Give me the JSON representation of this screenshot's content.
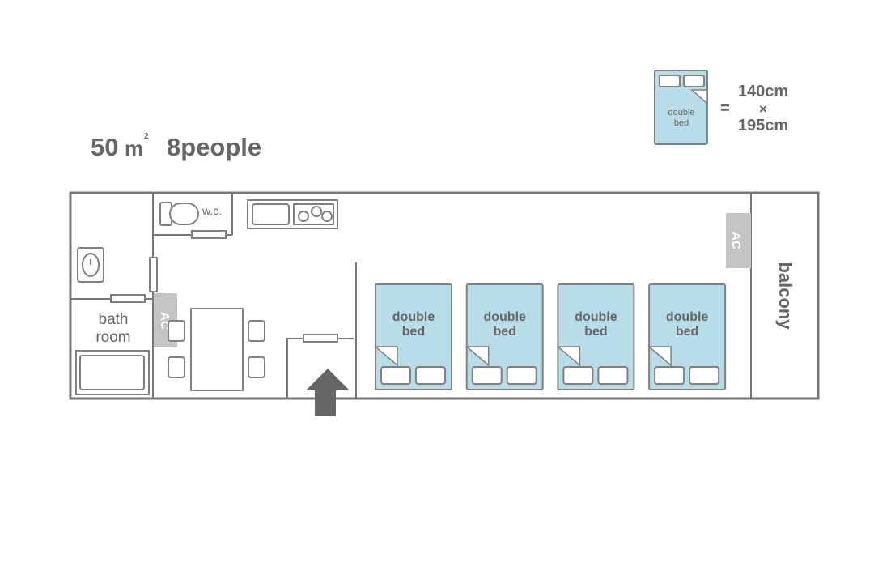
{
  "header": {
    "area": "50㎡",
    "area_number": "50",
    "area_unit": "m",
    "area_unit_sup": "2",
    "capacity": "8people"
  },
  "legend": {
    "bed_label_line1": "double",
    "bed_label_line2": "bed",
    "equals": "=",
    "width": "140cm",
    "times": "×",
    "length": "195cm"
  },
  "rooms": {
    "wc": "w.c.",
    "bath_line1": "bath",
    "bath_line2": "room",
    "balcony": "balcony",
    "ac": "AC"
  },
  "beds": [
    {
      "line1": "double",
      "line2": "bed"
    },
    {
      "line1": "double",
      "line2": "bed"
    },
    {
      "line1": "double",
      "line2": "bed"
    },
    {
      "line1": "double",
      "line2": "bed"
    }
  ],
  "colors": {
    "bed_fill": "#b9dde8",
    "line": "#777777",
    "text": "#666666",
    "ac_fill": "#c4c4c4",
    "arrow": "#666666"
  },
  "icons": [
    "toilet-icon",
    "sink-icon",
    "stove-icon",
    "washbasin-icon",
    "bathtub-icon",
    "entrance-arrow-icon",
    "chair-icon",
    "table-icon"
  ]
}
